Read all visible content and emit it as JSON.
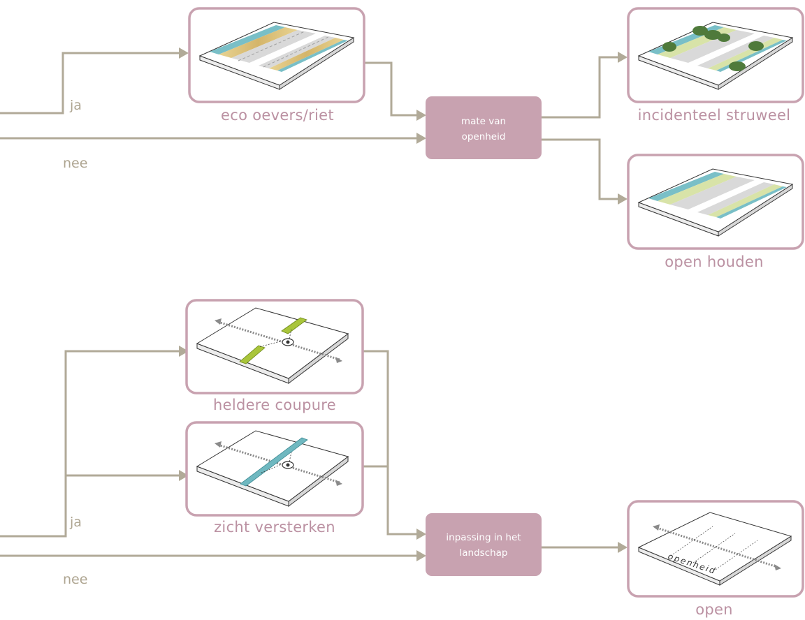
{
  "diagram": {
    "colors": {
      "frame": "#c8a2b0",
      "connector": "#b1aa98",
      "decision_box": "#c8a2b0",
      "caption_text": "#bb91a2",
      "branch_text": "#aea591",
      "water": "#79bfc7",
      "reed": "#d9c68b",
      "grass": "#d8e3a8",
      "shrub": "#4f7a3b",
      "road": "#d9d9d9",
      "lime_strip": "#a9c53b",
      "teal_strip": "#6fb8c0"
    },
    "branches": {
      "top_yes": "ja",
      "top_no": "nee",
      "bottom_yes": "ja",
      "bottom_no": "nee"
    },
    "decisions": {
      "openness": {
        "line1": "mate van",
        "line2": "openheid"
      },
      "landscape": {
        "line1": "inpassing in het",
        "line2": "landschap"
      }
    },
    "results": {
      "eco_banks": {
        "caption": "eco oevers/riet",
        "icon": "road-with-reed-banks-illustration"
      },
      "incidental_shrubs": {
        "caption": "incidenteel struweel",
        "icon": "road-with-shrubs-illustration"
      },
      "keep_open": {
        "caption": "open houden",
        "icon": "road-with-open-banks-illustration"
      },
      "clear_cut": {
        "caption": "heldere coupure",
        "icon": "clear-cut-viewpoint-illustration"
      },
      "enhance_view": {
        "caption": "zicht versterken",
        "icon": "enhanced-view-illustration"
      },
      "open": {
        "caption": "open",
        "icon": "open-landscape-illustration",
        "surface_label": "openheid"
      }
    }
  }
}
